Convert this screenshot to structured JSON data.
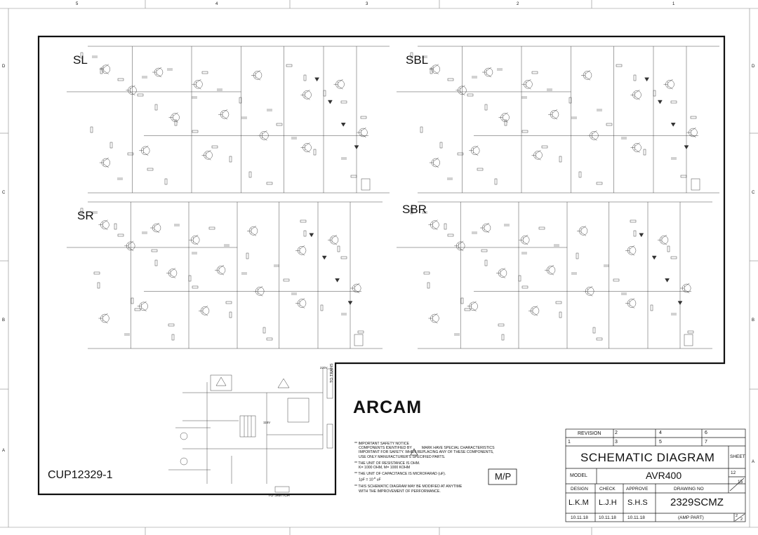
{
  "frame": {
    "top_col_labels": [
      "5",
      "4",
      "3",
      "2",
      "1"
    ],
    "side_row_labels": [
      "D",
      "C",
      "B",
      "A"
    ]
  },
  "sections": {
    "sl": "SL",
    "sbl": "SBL",
    "sr": "SR",
    "sbr": "SBR"
  },
  "logo": "ARCAM",
  "drawing_ref": "CUP12329-1",
  "mp_mark": "M/P",
  "notes": {
    "n1": "** IMPORTANT SAFETY NOTICE",
    "n2": "COMPONENTS IDENTIFIED BY",
    "n2b": "MARK HAVE SPECIAL CHARACTERISTICS",
    "n3": "IMPORTANT FOR SAFETY. WHEN REPLACING ANY OF THESE COMPONENTS,",
    "n4": "USE ONLY MANUFACTURER'S SPECIFIED PARTS.",
    "n5": "** THE UNIT OF RESISTANCE IS OHM.",
    "n6": "K= 1000  OHM, M= 1000  KOHM",
    "n7": "** THE UNIT OF CAPACITANCE IS MICROFARAD (uF).",
    "n8": "1pF = 10",
    "n8exp": "-6",
    "n8b": "uF",
    "n9": "** THIS SCHEMATIC DIAGRAM MAY BE MODIFIED AT ANYTIME",
    "n10": "WITH THE IMPROVEMENT OF PERFORMANCE."
  },
  "title_block": {
    "revision_label": "REVISION",
    "rev_nums": [
      "1",
      "2",
      "3",
      "4",
      "5",
      "6",
      "7"
    ],
    "title": "SCHEMATIC DIAGRAM",
    "sheet_label": "SHEET",
    "model_label": "MODEL",
    "model": "AVR400",
    "sheet_num": "12",
    "sheet_total": "15",
    "design_label": "DESIGN",
    "check_label": "CHECK",
    "approve_label": "APPROVE",
    "drawing_no_label": "DRAWING NO",
    "design": "L.K.M",
    "check": "L.J.H",
    "approve": "S.H.S",
    "drawing_no": "2329SCMZ",
    "date_design": "10.11.18",
    "date_check": "10.11.18",
    "date_approve": "10.11.18",
    "part": "(AMP PART)",
    "page_num": "2",
    "page_total": "2"
  },
  "power_section": {
    "to_trans": "TO TRANS",
    "to_switch": "TO SWITCH",
    "v220": "220V",
    "v115": "115V"
  }
}
